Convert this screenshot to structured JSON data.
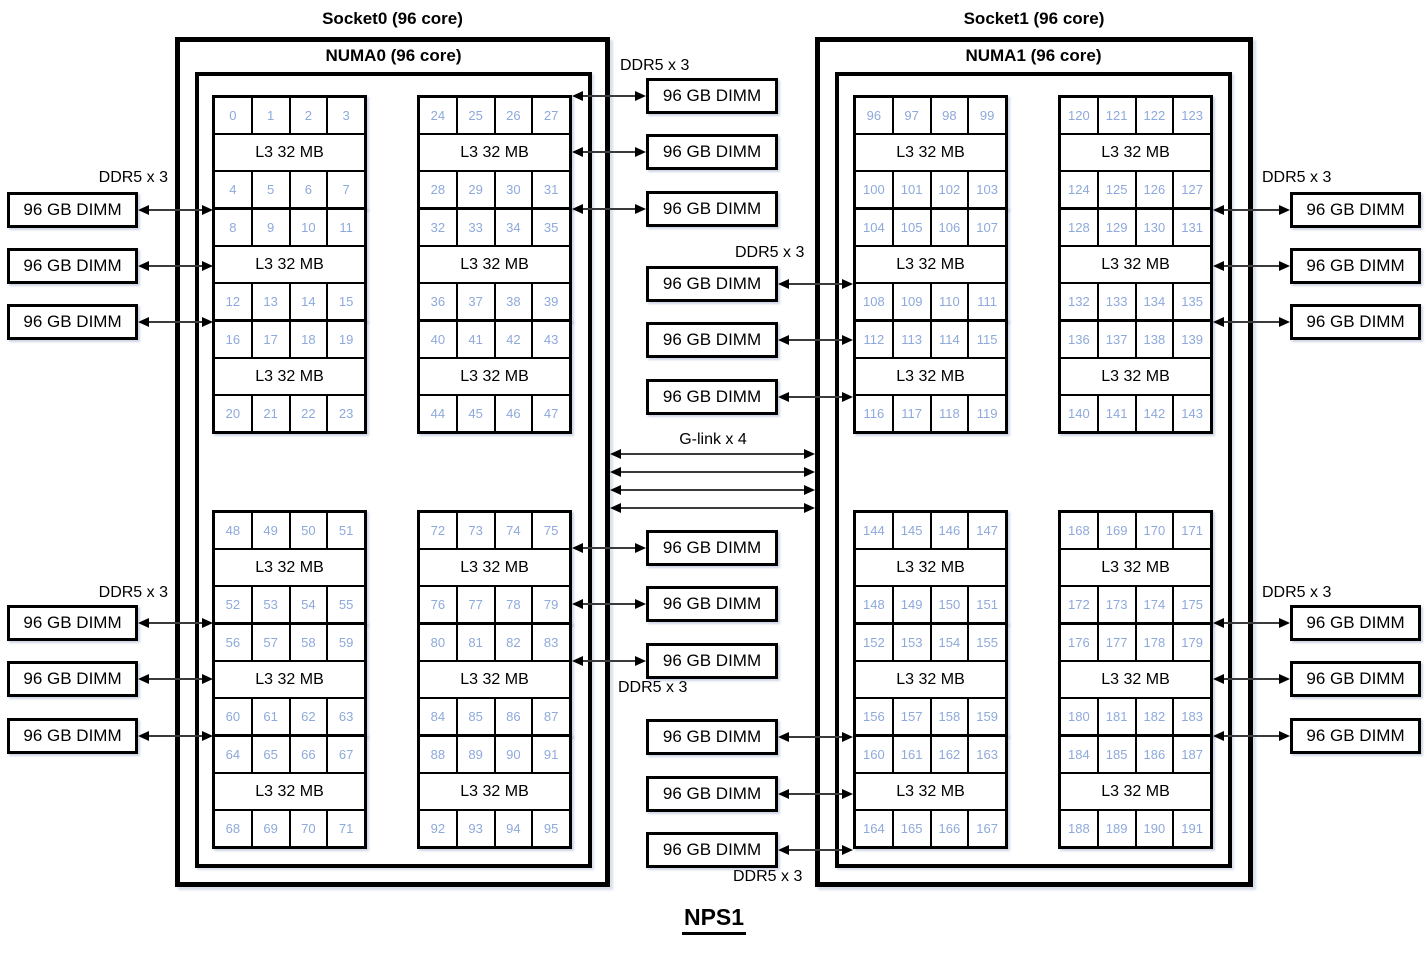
{
  "diagram_title": "NPS1",
  "labels": {
    "l3": "L3 32 MB",
    "ddr": "DDR5 x 3",
    "dimm": "96 GB DIMM",
    "glink": "G-link x 4"
  },
  "colors": {
    "core_number": "#8EA9DB",
    "border": "#000000",
    "arrow_shaft": "#3a3a3a",
    "arrow_head": "#000000"
  },
  "glink": {
    "label": "G-link x 4",
    "lanes": 4
  },
  "sockets": [
    {
      "title": "Socket0 (96 core)",
      "numa_title": "NUMA0 (96 core)",
      "blocks": [
        {
          "core_rows": [
            [
              0,
              1,
              2,
              3
            ],
            [
              4,
              5,
              6,
              7
            ],
            [
              8,
              9,
              10,
              11
            ],
            [
              12,
              13,
              14,
              15
            ],
            [
              16,
              17,
              18,
              19
            ],
            [
              20,
              21,
              22,
              23
            ]
          ]
        },
        {
          "core_rows": [
            [
              24,
              25,
              26,
              27
            ],
            [
              28,
              29,
              30,
              31
            ],
            [
              32,
              33,
              34,
              35
            ],
            [
              36,
              37,
              38,
              39
            ],
            [
              40,
              41,
              42,
              43
            ],
            [
              44,
              45,
              46,
              47
            ]
          ]
        },
        {
          "core_rows": [
            [
              48,
              49,
              50,
              51
            ],
            [
              52,
              53,
              54,
              55
            ],
            [
              56,
              57,
              58,
              59
            ],
            [
              60,
              61,
              62,
              63
            ],
            [
              64,
              65,
              66,
              67
            ],
            [
              68,
              69,
              70,
              71
            ]
          ]
        },
        {
          "core_rows": [
            [
              72,
              73,
              74,
              75
            ],
            [
              76,
              77,
              78,
              79
            ],
            [
              80,
              81,
              82,
              83
            ],
            [
              84,
              85,
              86,
              87
            ],
            [
              88,
              89,
              90,
              91
            ],
            [
              92,
              93,
              94,
              95
            ]
          ]
        }
      ]
    },
    {
      "title": "Socket1 (96 core)",
      "numa_title": "NUMA1 (96 core)",
      "blocks": [
        {
          "core_rows": [
            [
              96,
              97,
              98,
              99
            ],
            [
              100,
              101,
              102,
              103
            ],
            [
              104,
              105,
              106,
              107
            ],
            [
              108,
              109,
              110,
              111
            ],
            [
              112,
              113,
              114,
              115
            ],
            [
              116,
              117,
              118,
              119
            ]
          ]
        },
        {
          "core_rows": [
            [
              120,
              121,
              122,
              123
            ],
            [
              124,
              125,
              126,
              127
            ],
            [
              128,
              129,
              130,
              131
            ],
            [
              132,
              133,
              134,
              135
            ],
            [
              136,
              137,
              138,
              139
            ],
            [
              140,
              141,
              142,
              143
            ]
          ]
        },
        {
          "core_rows": [
            [
              144,
              145,
              146,
              147
            ],
            [
              148,
              149,
              150,
              151
            ],
            [
              152,
              153,
              154,
              155
            ],
            [
              156,
              157,
              158,
              159
            ],
            [
              160,
              161,
              162,
              163
            ],
            [
              164,
              165,
              166,
              167
            ]
          ]
        },
        {
          "core_rows": [
            [
              168,
              169,
              170,
              171
            ],
            [
              172,
              173,
              174,
              175
            ],
            [
              176,
              177,
              178,
              179
            ],
            [
              180,
              181,
              182,
              183
            ],
            [
              184,
              185,
              186,
              187
            ],
            [
              188,
              189,
              190,
              191
            ]
          ]
        }
      ]
    }
  ],
  "dimm_groups": [
    {
      "id": "socket0-left-top",
      "ddr_label": "DDR5 x 3",
      "dimms": [
        "96 GB DIMM",
        "96 GB DIMM",
        "96 GB DIMM"
      ]
    },
    {
      "id": "socket0-left-bottom",
      "ddr_label": "DDR5 x 3",
      "dimms": [
        "96 GB DIMM",
        "96 GB DIMM",
        "96 GB DIMM"
      ]
    },
    {
      "id": "socket0-mid-top",
      "ddr_label": "DDR5 x 3",
      "dimms": [
        "96 GB DIMM",
        "96 GB DIMM",
        "96 GB DIMM"
      ]
    },
    {
      "id": "socket1-mid-top",
      "ddr_label": "DDR5 x 3",
      "dimms": [
        "96 GB DIMM",
        "96 GB DIMM",
        "96 GB DIMM"
      ]
    },
    {
      "id": "socket0-mid-bottom",
      "ddr_label": "DDR5 x 3",
      "dimms": [
        "96 GB DIMM",
        "96 GB DIMM",
        "96 GB DIMM"
      ]
    },
    {
      "id": "socket1-mid-bottom",
      "ddr_label": "DDR5 x 3",
      "dimms": [
        "96 GB DIMM",
        "96 GB DIMM",
        "96 GB DIMM"
      ]
    },
    {
      "id": "socket1-right-top",
      "ddr_label": "DDR5 x 3",
      "dimms": [
        "96 GB DIMM",
        "96 GB DIMM",
        "96 GB DIMM"
      ]
    },
    {
      "id": "socket1-right-bottom",
      "ddr_label": "DDR5 x 3",
      "dimms": [
        "96 GB DIMM",
        "96 GB DIMM",
        "96 GB DIMM"
      ]
    }
  ]
}
